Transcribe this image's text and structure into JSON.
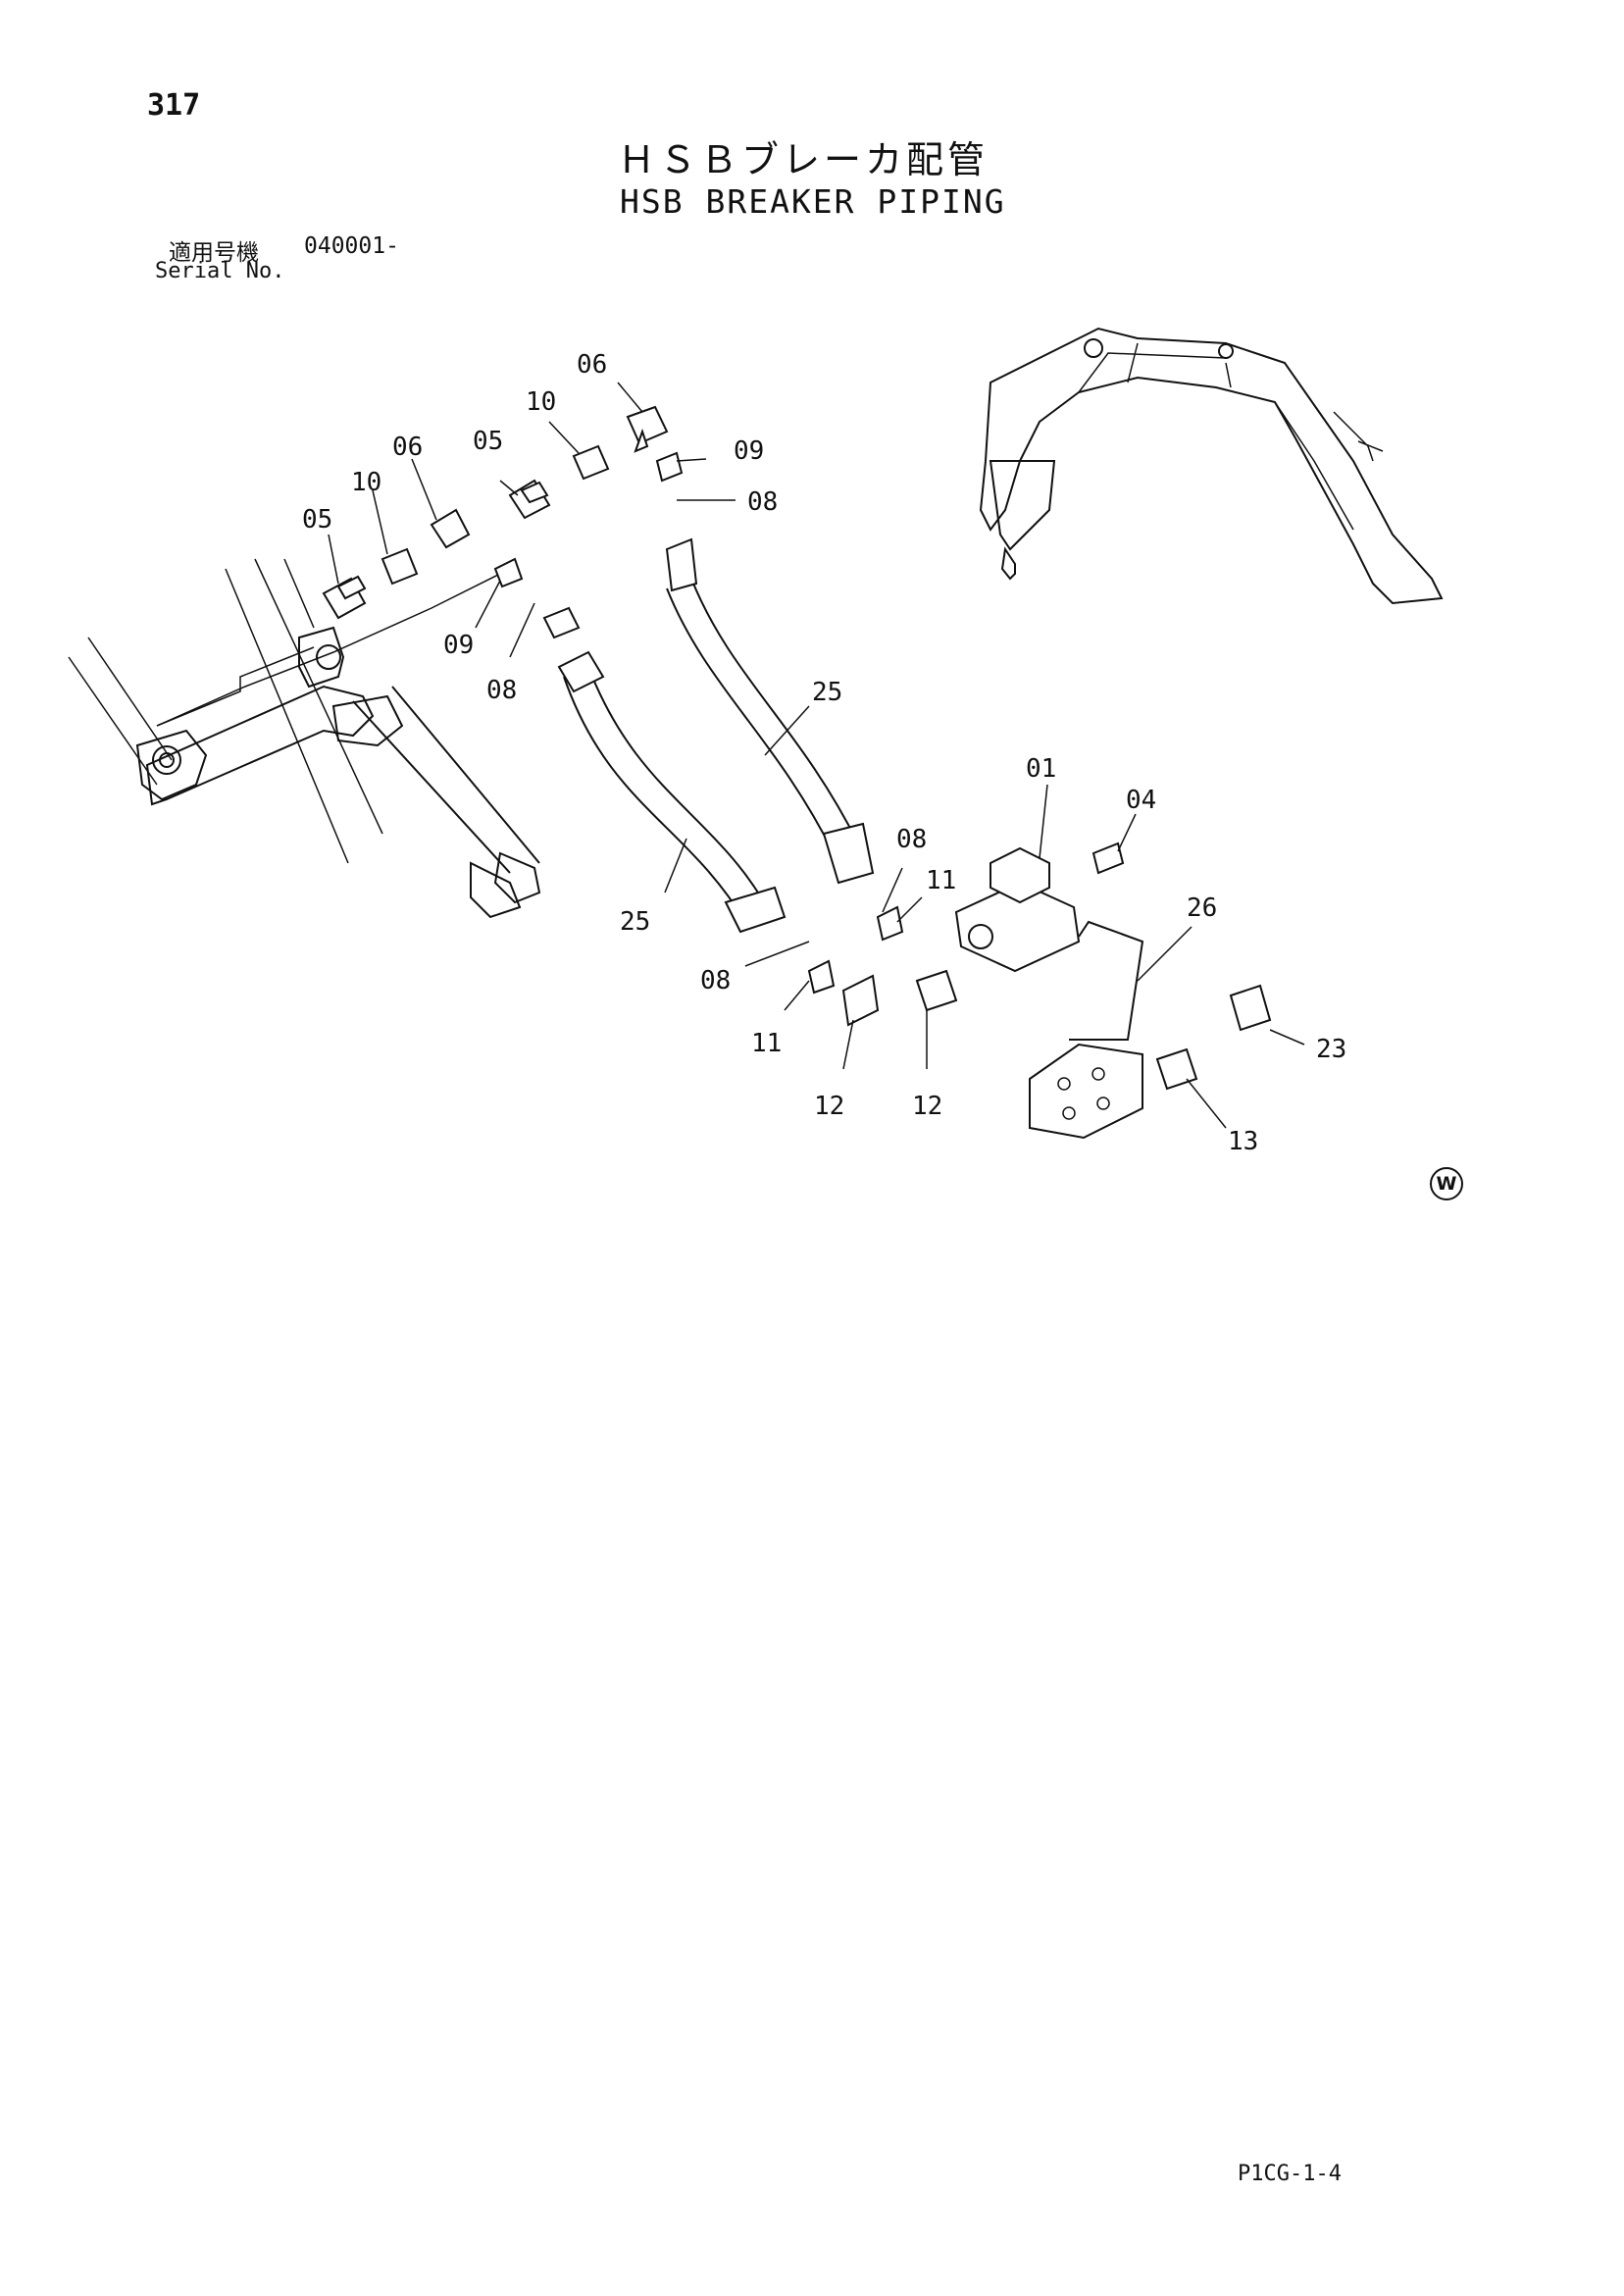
{
  "page": {
    "number": "317",
    "title_jp": "ＨＳＢブレーカ配管",
    "title_en": "HSB BREAKER PIPING",
    "serial_label_jp": "適用号機",
    "serial_value": "040001-",
    "serial_label_en": "Serial No.",
    "w_mark": "W",
    "doc_code": "P1CG-1-4"
  },
  "callouts": [
    {
      "id": "c1",
      "text": "06"
    },
    {
      "id": "c2",
      "text": "10"
    },
    {
      "id": "c3",
      "text": "05"
    },
    {
      "id": "c4",
      "text": "06"
    },
    {
      "id": "c5",
      "text": "10"
    },
    {
      "id": "c6",
      "text": "05"
    },
    {
      "id": "c7",
      "text": "09"
    },
    {
      "id": "c8",
      "text": "08"
    },
    {
      "id": "c9",
      "text": "09"
    },
    {
      "id": "c10",
      "text": "08"
    },
    {
      "id": "c11",
      "text": "25"
    },
    {
      "id": "c12",
      "text": "25"
    },
    {
      "id": "c13",
      "text": "01"
    },
    {
      "id": "c14",
      "text": "04"
    },
    {
      "id": "c15",
      "text": "08"
    },
    {
      "id": "c16",
      "text": "11"
    },
    {
      "id": "c17",
      "text": "26"
    },
    {
      "id": "c18",
      "text": "08"
    },
    {
      "id": "c19",
      "text": "11"
    },
    {
      "id": "c20",
      "text": "12"
    },
    {
      "id": "c21",
      "text": "12"
    },
    {
      "id": "c22",
      "text": "23"
    },
    {
      "id": "c23",
      "text": "13"
    }
  ]
}
